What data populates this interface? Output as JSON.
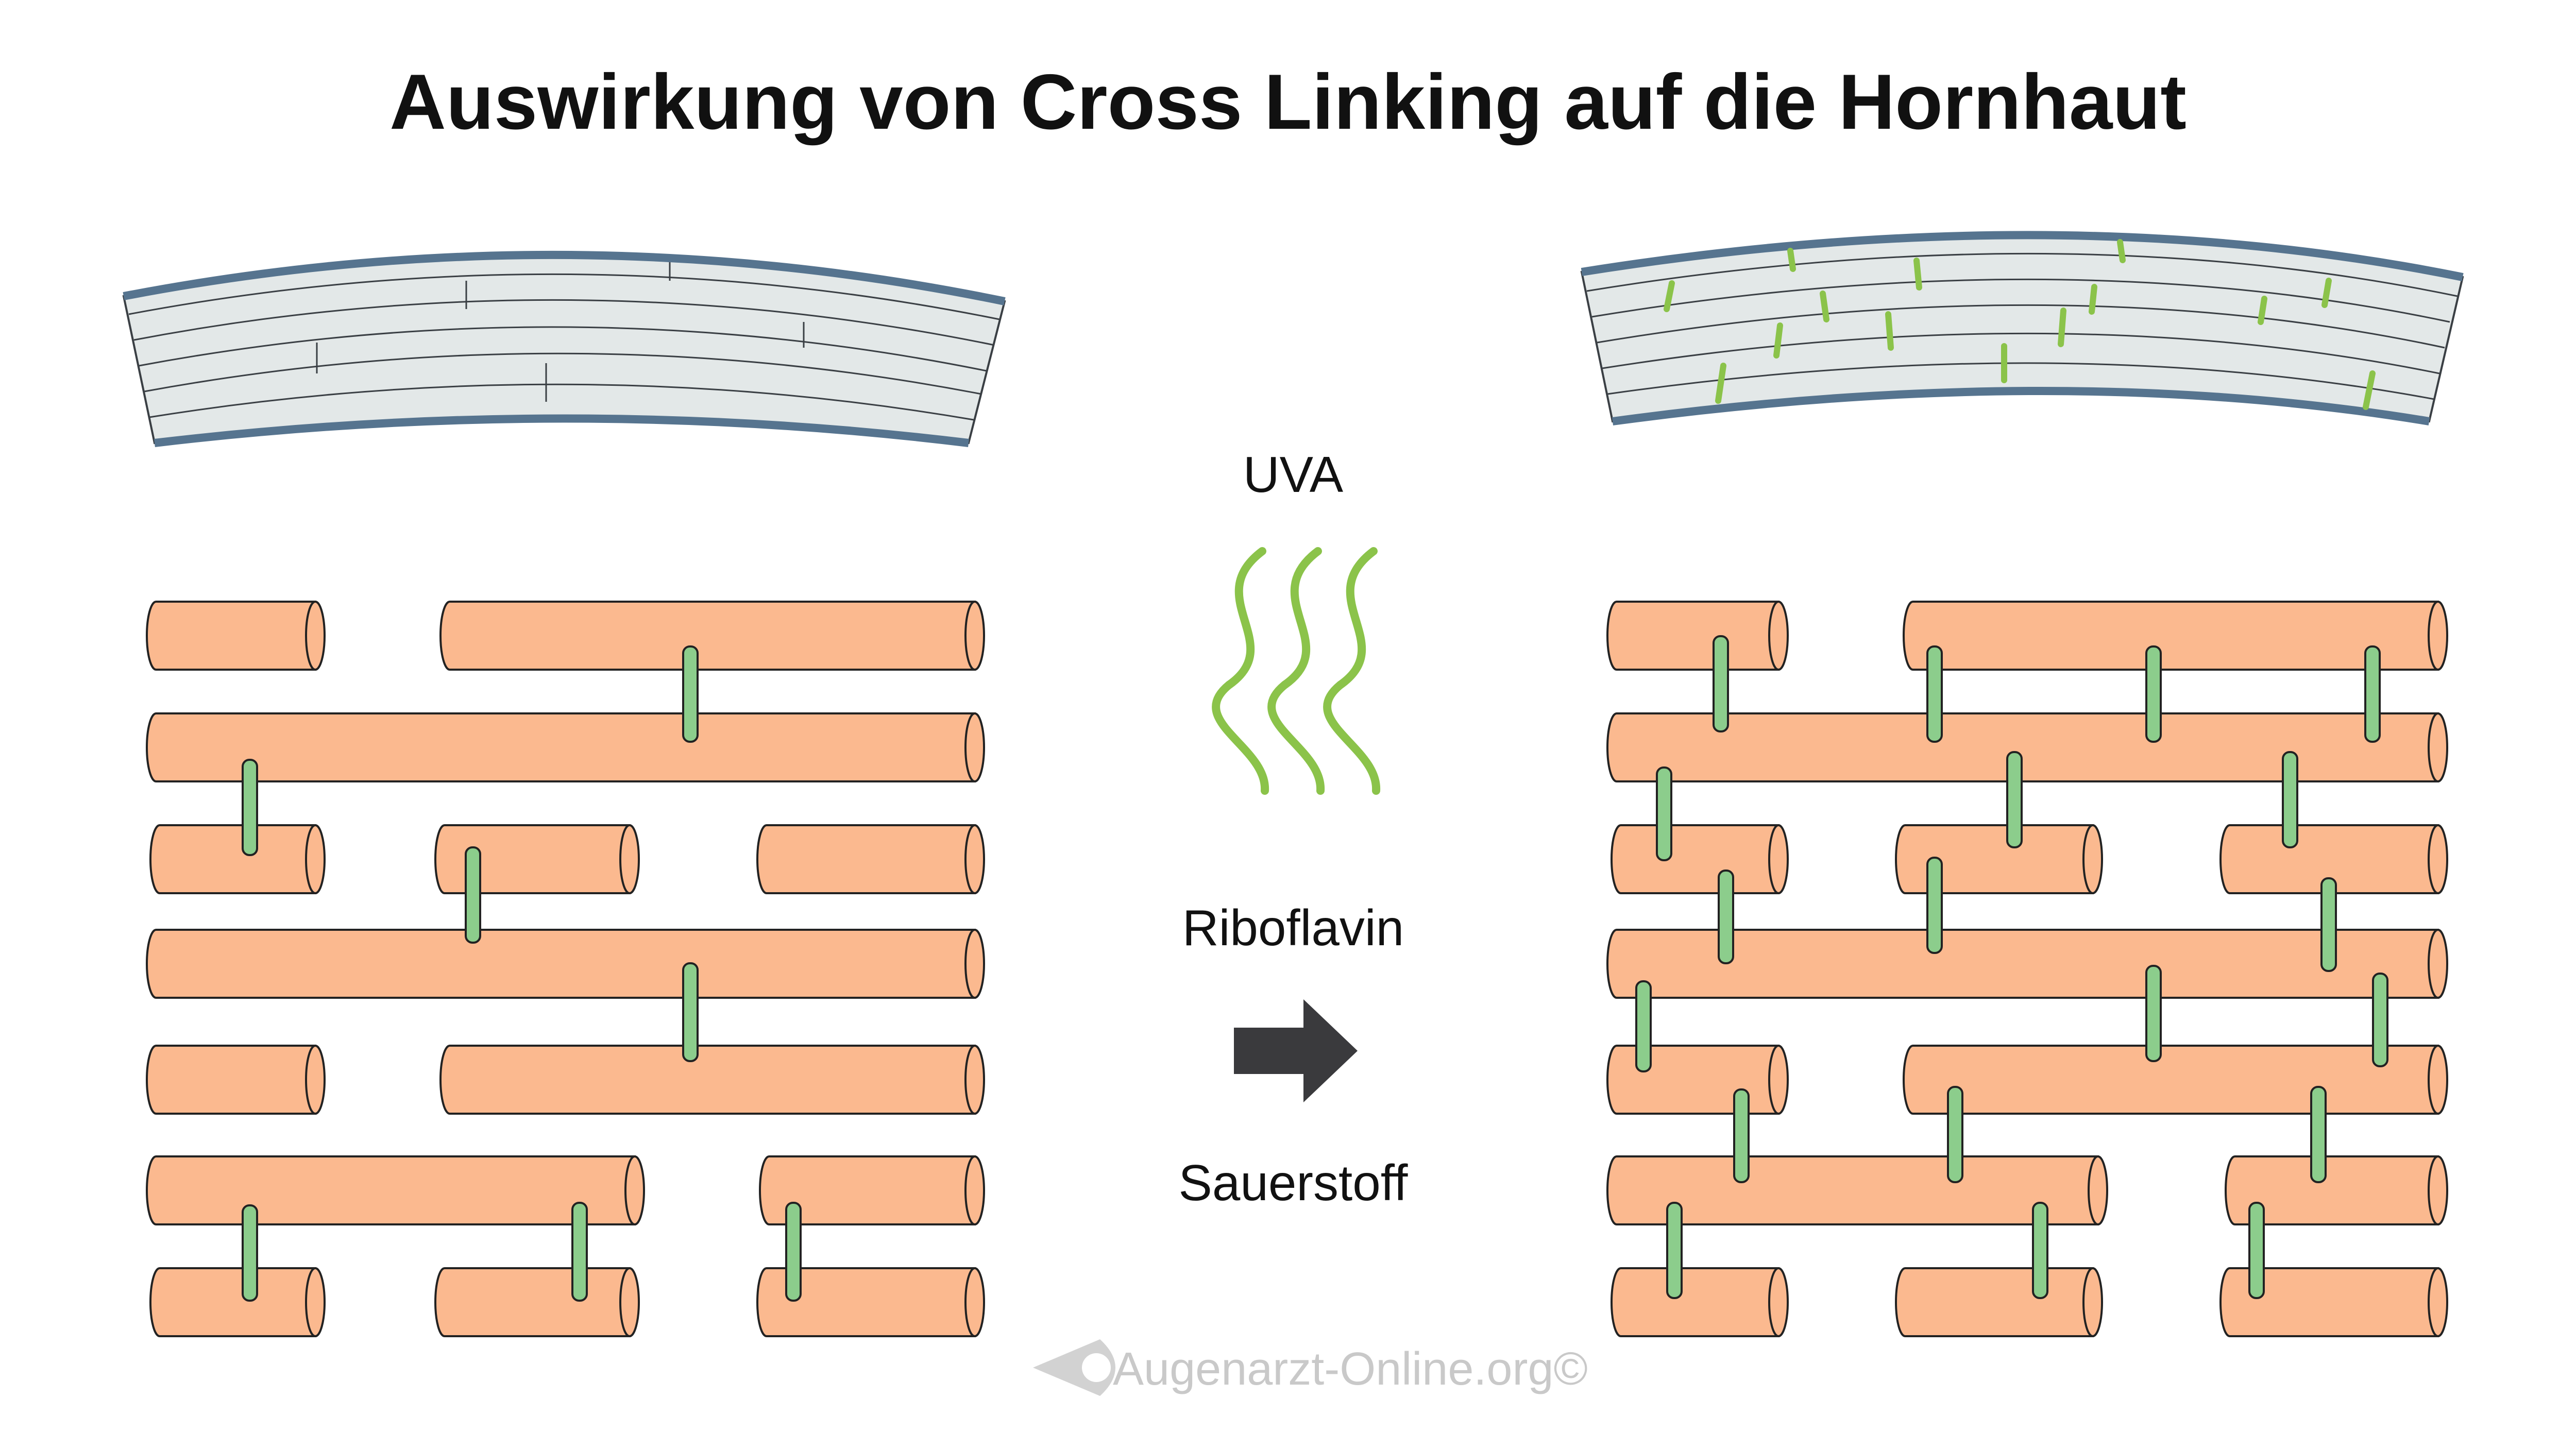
{
  "title": "Auswirkung von Cross Linking auf die Hornhaut",
  "labels": {
    "uva": "UVA",
    "riboflavin": "Riboflavin",
    "oxygen": "Sauerstoff"
  },
  "watermark": "Augenarzt-Online.org©",
  "icons": {
    "light_waves": "uva-wave-icon",
    "arrow": "right-arrow-icon",
    "logo": "eye-logo-icon"
  },
  "colors": {
    "fiber": "#fbb98f",
    "crosslink": "#8ccd8c",
    "uva_wave": "#8bc34a",
    "cornea_tissue": "#e3e8e8",
    "cornea_edge": "#56748f",
    "arrow": "#3a3a3d",
    "watermark": "#c9c9c9"
  }
}
